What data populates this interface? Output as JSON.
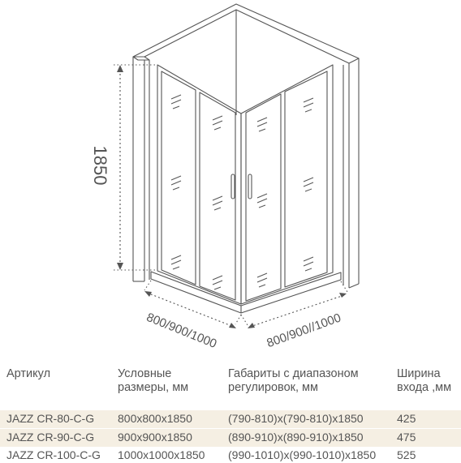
{
  "diagram": {
    "height_label": "1850",
    "width_left_label": "800/900/1000",
    "width_right_label": "800/900//1000"
  },
  "table": {
    "headers": [
      [
        "Артикул"
      ],
      [
        "Условные",
        "размеры, мм"
      ],
      [
        "Габариты с диапазоном",
        "регулировок, мм"
      ],
      [
        "Ширина",
        "входа ,мм"
      ]
    ],
    "rows": [
      [
        "JAZZ CR-80-C-G",
        "800x800x1850",
        "(790-810)x(790-810)x1850",
        "425"
      ],
      [
        "JAZZ CR-90-C-G",
        "900x900x1850",
        "(890-910)x(890-910)x1850",
        "475"
      ],
      [
        "JAZZ CR-100-C-G",
        "1000x1000x1850",
        "(990-1010)x(990-1010)x1850",
        "525"
      ]
    ]
  },
  "colors": {
    "line": "#555555",
    "row_highlight": "#f5efe3"
  }
}
